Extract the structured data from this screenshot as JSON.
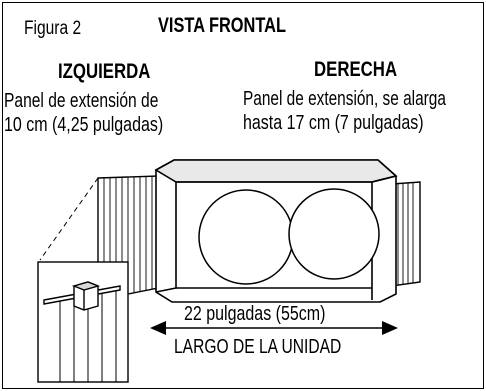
{
  "figure": {
    "label": "Figura 2",
    "title": "VISTA FRONTAL"
  },
  "left": {
    "heading": "IZQUIERDA",
    "desc_line1": "Panel de extensión de",
    "desc_line2": "10 cm (4,25 pulgadas)"
  },
  "right": {
    "heading": "DERECHA",
    "desc_line1": "Panel de extensión, se alarga",
    "desc_line2": "hasta 17 cm (7 pulgadas)"
  },
  "dimension": {
    "measure": "22 pulgadas (55cm)",
    "caption": "LARGO DE LA UNIDAD"
  }
}
